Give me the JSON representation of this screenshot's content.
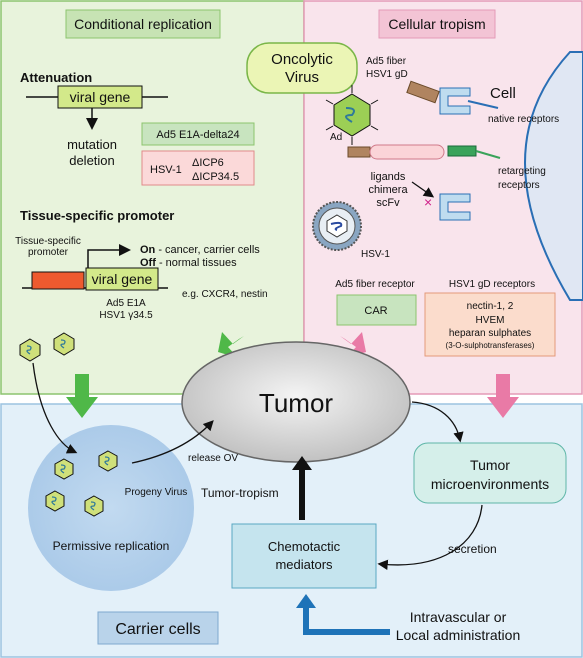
{
  "panels": {
    "conditional_replication": "Conditional replication",
    "cellular_tropism": "Cellular tropism",
    "carrier_cells": "Carrier cells"
  },
  "oncolytic_virus": [
    "Oncolytic",
    "Virus"
  ],
  "attenuation": {
    "heading": "Attenuation",
    "gene": "viral gene",
    "mutation": [
      "mutation",
      "deletion"
    ],
    "ad5_box": "Ad5  E1A-delta24",
    "hsv_label": "HSV-1",
    "hsv_lines": [
      "ΔICP6",
      "ΔICP34.5"
    ]
  },
  "promoter": {
    "heading": "Tissue-specific promoter",
    "promoter_label": [
      "Tissue-specific",
      "promoter"
    ],
    "gene": "viral gene",
    "on_bold": "On",
    "on_text": " - cancer, carrier cells",
    "off_bold": "Off",
    "off_text": " - normal tissues",
    "example": "e.g. CXCR4, nestin",
    "genes": [
      "Ad5 E1A",
      "HSV1 γ34.5"
    ]
  },
  "tropism": {
    "ad5_fiber": [
      "Ad5 fiber",
      "HSV1 gD"
    ],
    "cell": "Cell",
    "native_receptors": "native receptors",
    "retargeting_receptors": [
      "retargeting",
      "receptors"
    ],
    "ligands": [
      "ligands",
      "chimera",
      "scFv"
    ],
    "ad_label": "Ad",
    "hsv_label": "HSV-1",
    "fiber_receptor_heading": "Ad5 fiber receptor",
    "car": "CAR",
    "gd_heading": "HSV1 gD receptors",
    "gd_receptors": [
      "nectin-1, 2",
      "HVEM",
      "heparan sulphates",
      "(3-O-sulphotransferases)"
    ]
  },
  "center": {
    "tumor": "Tumor",
    "release": "release OV",
    "tumor_tropism": "Tumor-tropism",
    "progeny": "Progeny Virus",
    "permissive": "Permissive replication",
    "microenv": [
      "Tumor",
      "microenvironments"
    ],
    "secretion": "secretion",
    "chemotactic": [
      "Chemotactic",
      "mediators"
    ],
    "administration": [
      "Intravascular or",
      "Local administration"
    ]
  },
  "colors": {
    "green_panel": "#e8f3dc",
    "pink_panel": "#f9e4ec",
    "blue_panel": "#e3f0f9",
    "green_arrow": "#4fb848",
    "pink_arrow": "#e97aa6",
    "blue_arrow": "#1e73b8"
  }
}
